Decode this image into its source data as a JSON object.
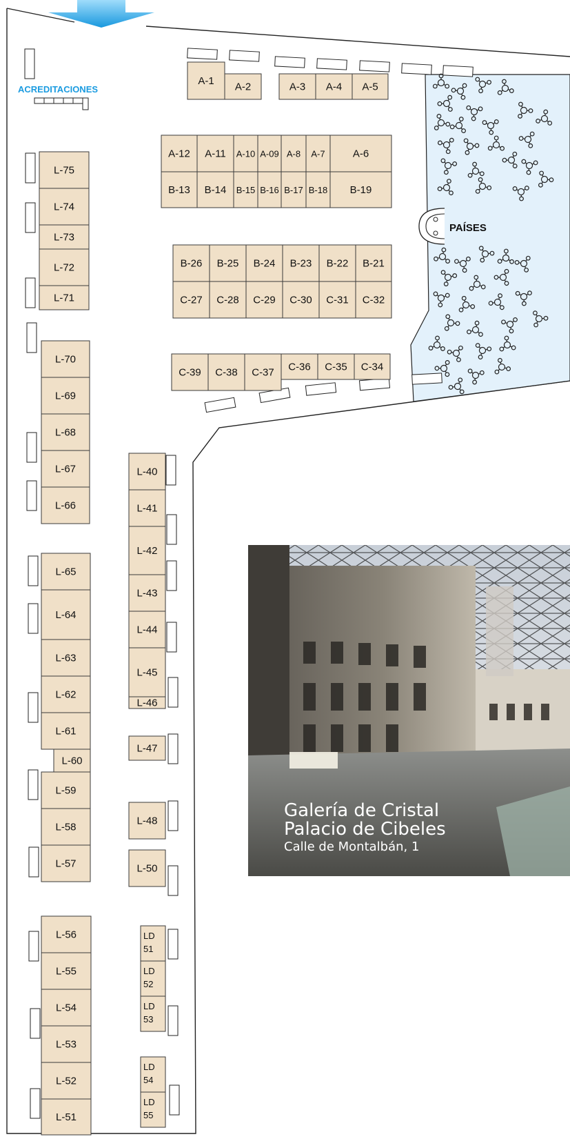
{
  "labels": {
    "accreditation": "ACREDITACIONES",
    "countries": "PAÍSES"
  },
  "photo_caption": {
    "line1": "Galería de Cristal",
    "line2": "Palacio de Cibeles",
    "line3": "Calle de Montalbán, 1"
  },
  "booths": [
    "A-1",
    "A-2",
    "A-3",
    "A-4",
    "A-5",
    "A-12",
    "A-11",
    "A-10",
    "A-09",
    "A-8",
    "A-7",
    "A-6",
    "B-13",
    "B-14",
    "B-15",
    "B-16",
    "B-17",
    "B-18",
    "B-19",
    "B-26",
    "B-25",
    "B-24",
    "B-23",
    "B-22",
    "B-21",
    "C-27",
    "C-28",
    "C-29",
    "C-30",
    "C-31",
    "C-32",
    "C-39",
    "C-38",
    "C-37",
    "C-36",
    "C-35",
    "C-34",
    "L-75",
    "L-74",
    "L-73",
    "L-72",
    "L-71",
    "L-70",
    "L-69",
    "L-68",
    "L-67",
    "L-66",
    "L-65",
    "L-64",
    "L-63",
    "L-62",
    "L-61",
    "L-60",
    "L-59",
    "L-58",
    "L-57",
    "L-56",
    "L-55",
    "L-54",
    "L-53",
    "L-52",
    "L-51",
    "L-40",
    "L-41",
    "L-42",
    "L-43",
    "L-44",
    "L-45",
    "L-46",
    "L-47",
    "L-48",
    "L-50",
    "LD 51",
    "LD 52",
    "LD 53",
    "LD 54",
    "LD 55"
  ],
  "colors": {
    "booth_fill": "#f0e0c8",
    "countries_zone": "#e3f1fb",
    "accreditation_text": "#1a9be0",
    "entrance_arrow": "#29a9e8"
  },
  "icons": {
    "entrance": "arrow-down-icon",
    "lounge_table": "round-table-with-chairs-icon",
    "reception_desk": "reception-desk-icon"
  }
}
